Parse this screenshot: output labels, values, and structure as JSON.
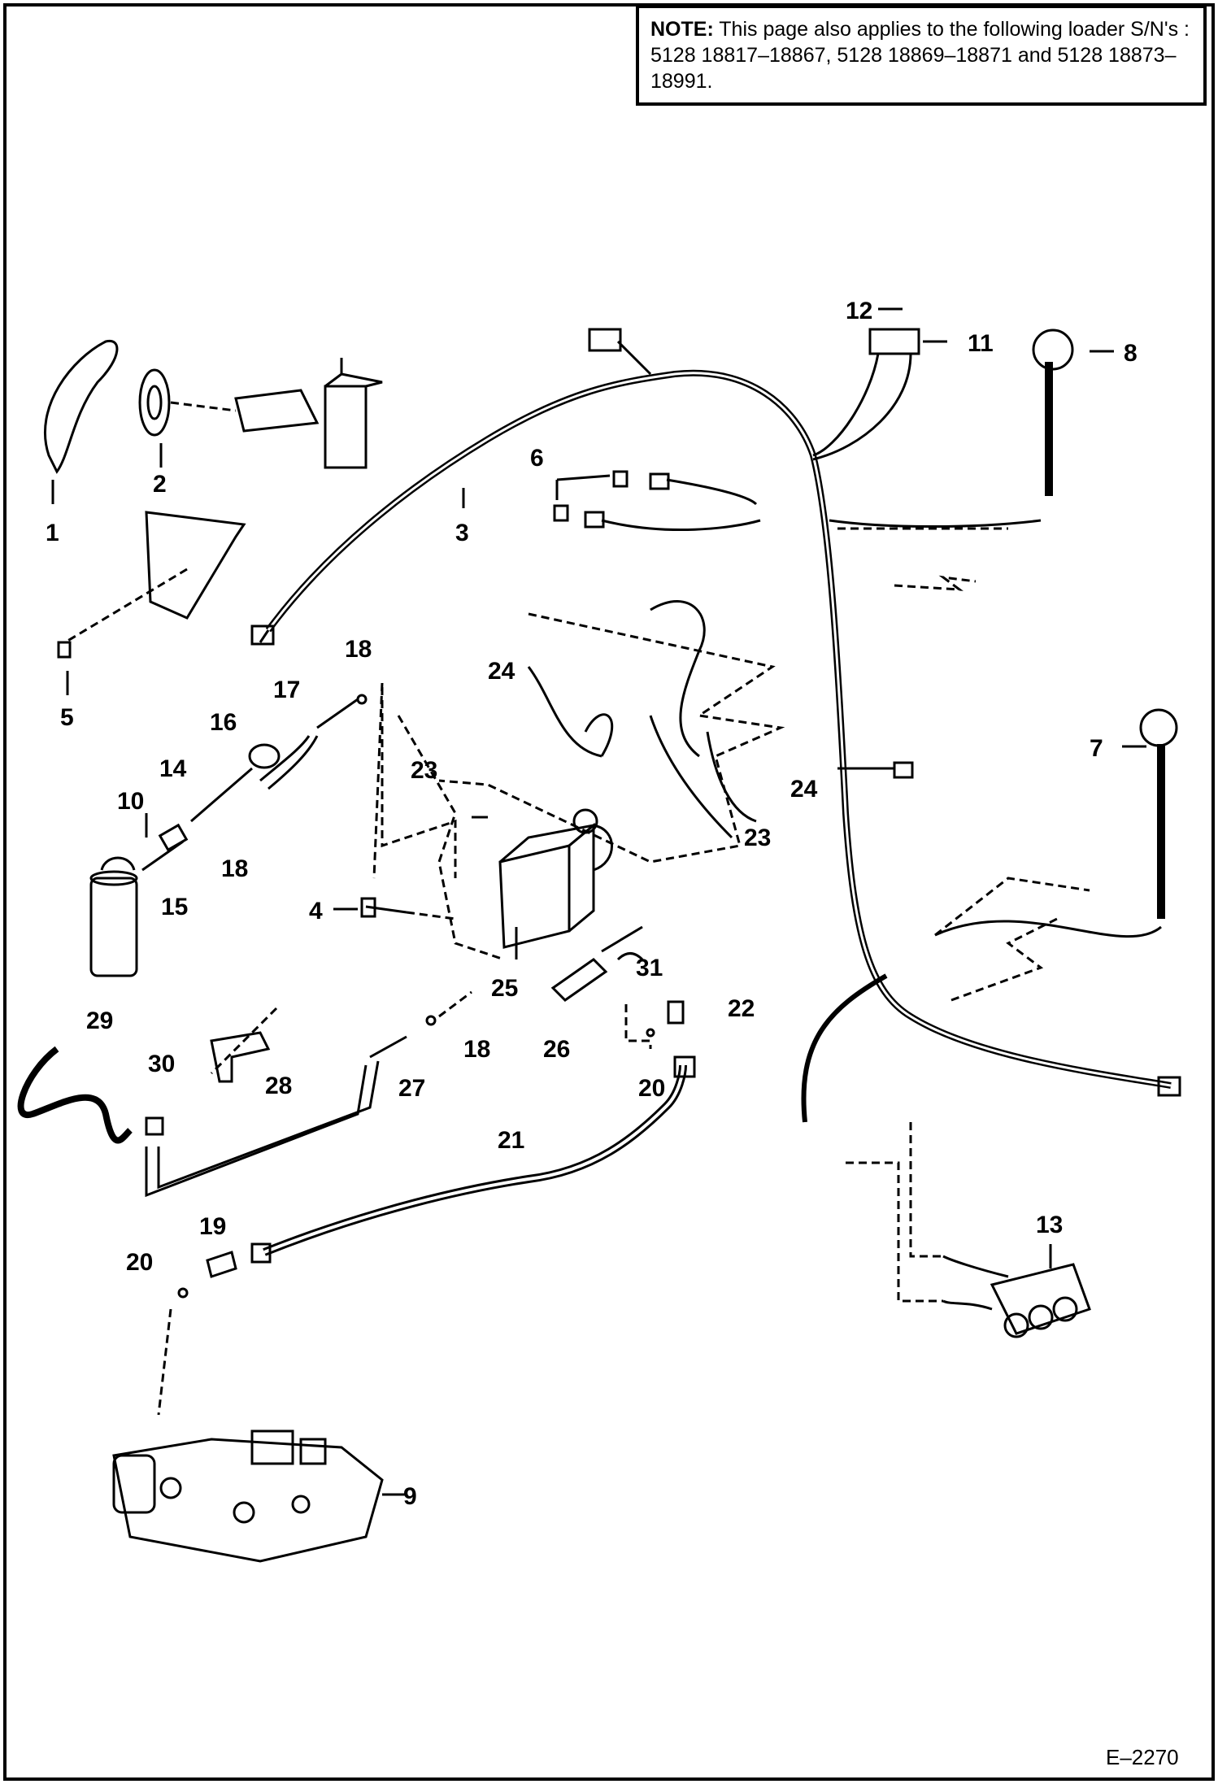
{
  "note": {
    "label": "NOTE:",
    "text": "This page also applies to the following loader S/N's : 5128 18817–18867, 5128 18869–18871 and 5128 18873–18991."
  },
  "figure_code": "E–2270",
  "callouts": [
    "1",
    "2",
    "3",
    "4",
    "5",
    "6",
    "7",
    "8",
    "9",
    "10",
    "11",
    "12",
    "13",
    "14",
    "15",
    "16",
    "17",
    "18",
    "18",
    "18",
    "19",
    "20",
    "20",
    "21",
    "22",
    "23",
    "23",
    "24",
    "24",
    "25",
    "26",
    "27",
    "28",
    "29",
    "30",
    "31"
  ]
}
